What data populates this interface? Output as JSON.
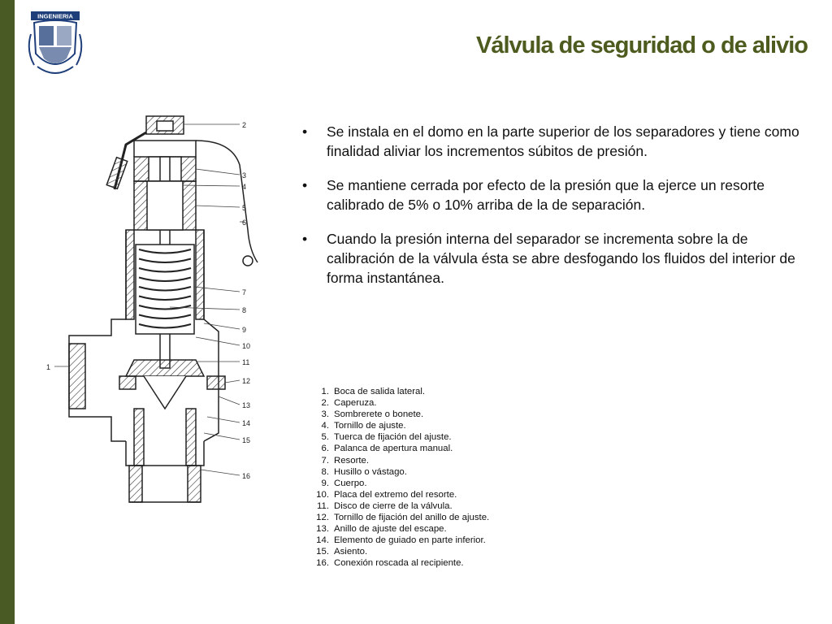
{
  "slide": {
    "title": "Válvula de seguridad o de alivio",
    "logo_text": "INGENIERIA",
    "bullet_glyph": "•",
    "bullets": [
      "Se instala en el domo en la parte superior de los separadores y tiene como finalidad aliviar los incrementos súbitos de presión.",
      "Se mantiene cerrada por efecto de la presión que la ejerce un resorte calibrado de 5% o 10% arriba de la de separación.",
      "Cuando la presión interna del separador se incrementa sobre la de calibración de la válvula ésta se abre desfogando los fluidos del interior de forma instantánea."
    ],
    "legend": [
      {
        "num": "1.",
        "text": "Boca de salida lateral."
      },
      {
        "num": "2.",
        "text": "Caperuza."
      },
      {
        "num": "3.",
        "text": "Sombrerete o bonete."
      },
      {
        "num": "4.",
        "text": "Tornillo de ajuste."
      },
      {
        "num": "5.",
        "text": "Tuerca de fijación del ajuste."
      },
      {
        "num": "6.",
        "text": "Palanca de apertura manual."
      },
      {
        "num": "7.",
        "text": "Resorte."
      },
      {
        "num": "8.",
        "text": "Husillo o vástago."
      },
      {
        "num": "9.",
        "text": "Cuerpo."
      },
      {
        "num": "10.",
        "text": "Placa del extremo del resorte."
      },
      {
        "num": "11.",
        "text": "Disco de cierre de la válvula."
      },
      {
        "num": "12.",
        "text": "Tornillo de fijación del anillo de ajuste."
      },
      {
        "num": "13.",
        "text": "Anillo de ajuste del escape."
      },
      {
        "num": "14.",
        "text": "Elemento de guiado en parte inferior."
      },
      {
        "num": "15.",
        "text": "Asiento."
      },
      {
        "num": "16.",
        "text": "Conexión roscada al recipiente."
      }
    ],
    "callouts": [
      "1",
      "2",
      "3",
      "4",
      "5",
      "6",
      "7",
      "8",
      "9",
      "10",
      "11",
      "12",
      "13",
      "14",
      "15",
      "16"
    ],
    "colors": {
      "accent": "#4e5b1f",
      "sidebar": "#4a5a24",
      "logo": "#1f3f7a"
    }
  }
}
